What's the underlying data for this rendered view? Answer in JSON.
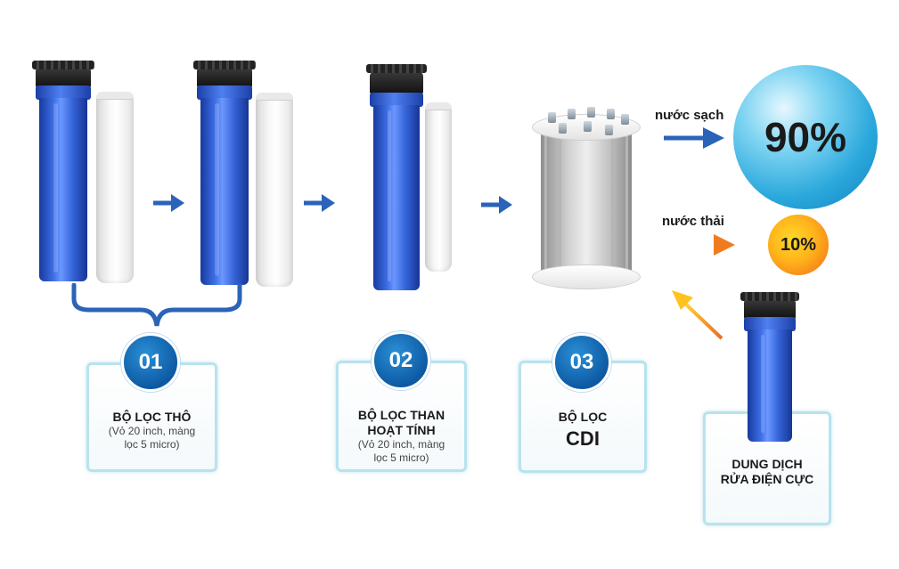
{
  "stages": [
    {
      "number": "01",
      "title": "BỘ LỌC THÔ",
      "subtitle": "(Vỏ 20 inch, màng lọc 5 micro)"
    },
    {
      "number": "02",
      "title": "BỘ LỌC THAN HOẠT TÍNH",
      "subtitle": "(Vỏ 20 inch, màng lọc 5 micro)"
    },
    {
      "number": "03",
      "title": "BỘ LỌC",
      "title_big": "CDI"
    }
  ],
  "outputs": {
    "clean_label": "nước sạch",
    "clean_percent": "90%",
    "waste_label": "nước thải",
    "waste_percent": "10%"
  },
  "electrode": {
    "title": "DUNG DỊCH RỬA ĐIỆN CỰC"
  },
  "colors": {
    "arrow_blue": "#2a63b8",
    "bracket_blue": "#2a63b8",
    "badge_blue": "#0d5aa3",
    "card_border": "#b7e3ee",
    "waste_arrow": "#f28a1f"
  }
}
